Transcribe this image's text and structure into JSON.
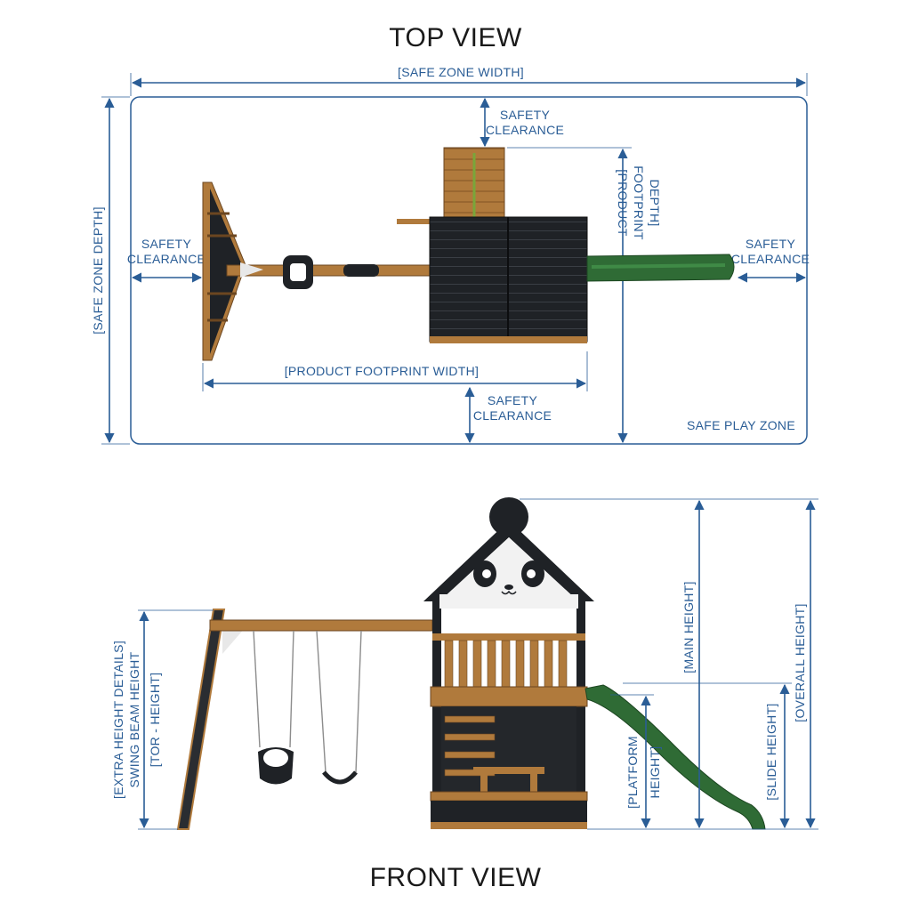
{
  "titles": {
    "top": "TOP VIEW",
    "front": "FRONT VIEW"
  },
  "top_view": {
    "safe_zone_width": "[SAFE ZONE WIDTH]",
    "safe_zone_depth": "[SAFE ZONE DEPTH]",
    "safety_clearance_l1": "SAFETY",
    "safety_clearance_l2": "CLEARANCE",
    "product_footprint_depth_l1": "[PRODUCT",
    "product_footprint_depth_l2": "FOOTPRINT",
    "product_footprint_depth_l3": "DEPTH]",
    "product_footprint_width": "[PRODUCT FOOTPRINT WIDTH]",
    "safe_play_zone": "SAFE PLAY ZONE"
  },
  "front_view": {
    "extra_l1": "[EXTRA HEIGHT DETAILS]",
    "extra_l2": "SWING BEAM HEIGHT",
    "extra_l3": "[TOR - HEIGHT]",
    "main_height": "[MAIN HEIGHT]",
    "overall_height": "[OVERALL HEIGHT]",
    "slide_height": "[SLIDE HEIGHT]",
    "platform_l1": "[PLATFORM",
    "platform_l2": "HEIGHT]"
  },
  "colors": {
    "dimension": "#2a5d96",
    "wood": "#b07a3c",
    "dark_panel": "#1f2226",
    "slide": "#2f6b35"
  }
}
